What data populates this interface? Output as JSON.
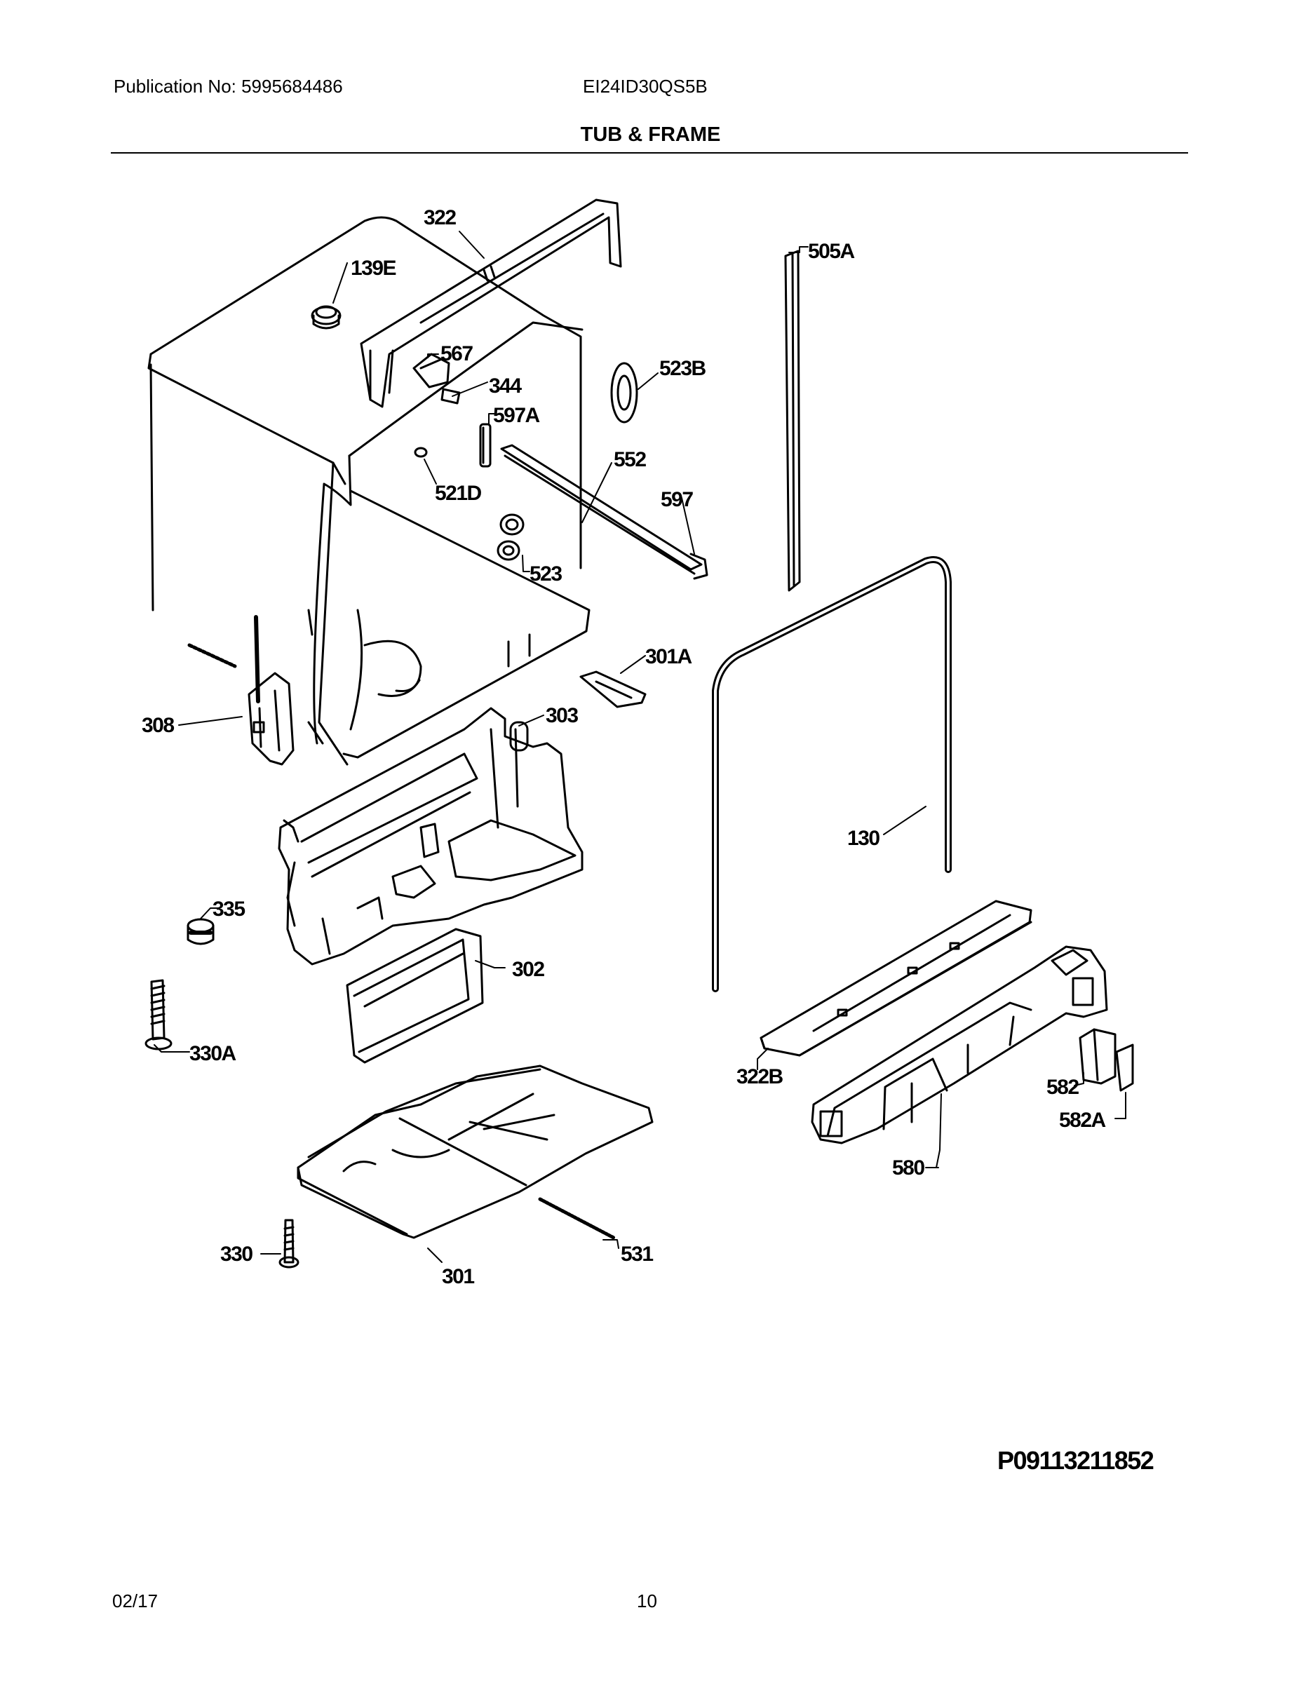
{
  "header": {
    "publication": "Publication No: 5995684486",
    "model": "EI24ID30QS5B",
    "section_title": "TUB & FRAME"
  },
  "callouts": [
    {
      "id": "322"
    },
    {
      "id": "139E"
    },
    {
      "id": "567"
    },
    {
      "id": "344"
    },
    {
      "id": "597A"
    },
    {
      "id": "505A"
    },
    {
      "id": "523B"
    },
    {
      "id": "552"
    },
    {
      "id": "521D"
    },
    {
      "id": "597"
    },
    {
      "id": "523"
    },
    {
      "id": "301A"
    },
    {
      "id": "308"
    },
    {
      "id": "303"
    },
    {
      "id": "130"
    },
    {
      "id": "335"
    },
    {
      "id": "302"
    },
    {
      "id": "330A"
    },
    {
      "id": "322B"
    },
    {
      "id": "582"
    },
    {
      "id": "582A"
    },
    {
      "id": "580"
    },
    {
      "id": "330"
    },
    {
      "id": "531"
    },
    {
      "id": "301"
    }
  ],
  "figure_ref": "P09113211852",
  "footer": {
    "date": "02/17",
    "page": "10"
  }
}
